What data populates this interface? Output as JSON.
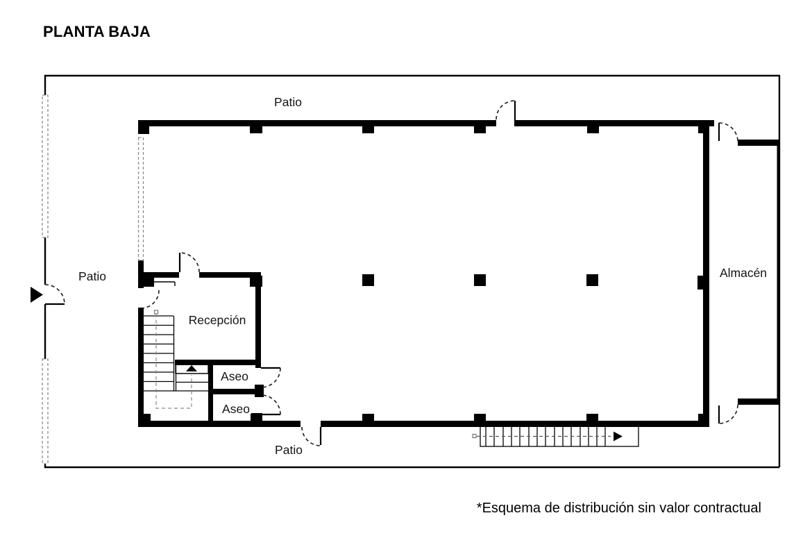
{
  "title": "PLANTA BAJA",
  "footnote": "*Esquema de distribución sin valor contractual",
  "colors": {
    "ink": "#000000",
    "paper": "#ffffff",
    "dashed_gray": "#8a8a8a"
  },
  "plan": {
    "labels": {
      "patio_top": "Patio",
      "patio_left": "Patio",
      "patio_bottom": "Patio",
      "almacen": "Almacén",
      "recepcion": "Recepción",
      "aseo_upper": "Aseo",
      "aseo_lower": "Aseo"
    }
  }
}
